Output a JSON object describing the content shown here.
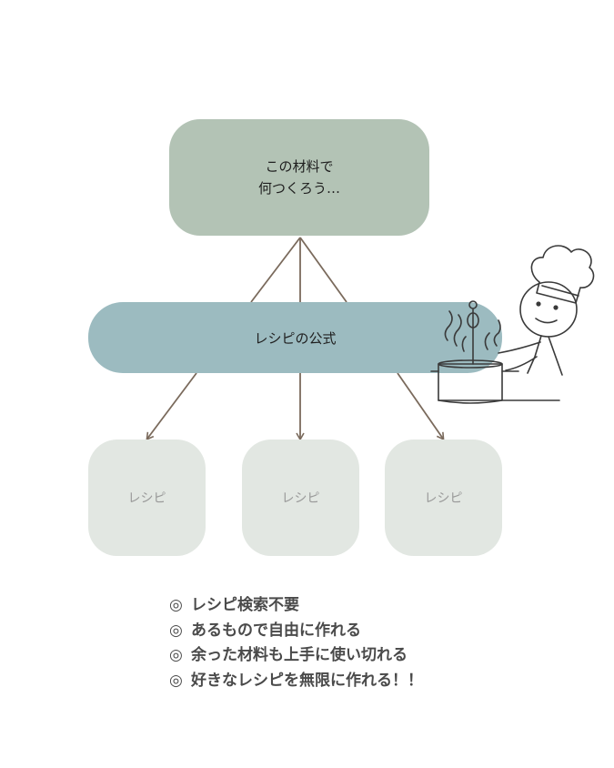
{
  "diagram": {
    "top_node": {
      "line1": "この材料で",
      "line2": "何つくろう…"
    },
    "middle_node": {
      "label": "レシピの公式"
    },
    "leaf_nodes": [
      {
        "label": "レシピ"
      },
      {
        "label": "レシピ"
      },
      {
        "label": "レシピ"
      }
    ]
  },
  "benefits": {
    "items": [
      {
        "mark": "◎",
        "text": "レシピ検索不要"
      },
      {
        "mark": "◎",
        "text": "あるもので自由に作れる"
      },
      {
        "mark": "◎",
        "text": "余った材料も上手に使い切れる"
      },
      {
        "mark": "◎",
        "text": "好きなレシピを無限に作れる！！"
      }
    ]
  },
  "colors": {
    "top_node": "#b3c3b5",
    "middle_node": "#9cbbc0",
    "leaf_node": "#e2e7e2",
    "connector": "#7a6a5c"
  }
}
